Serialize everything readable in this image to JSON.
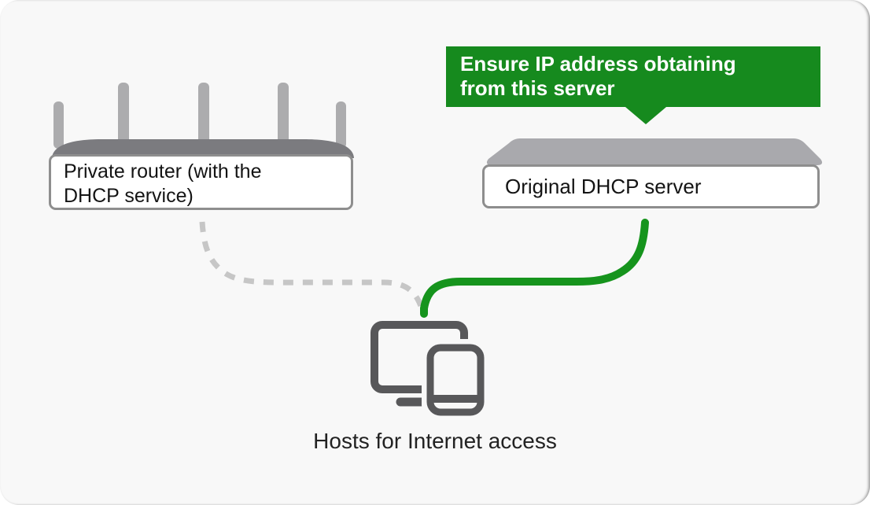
{
  "callout": {
    "line1": "Ensure IP address obtaining",
    "line2": "from this server"
  },
  "labels": {
    "router_line1": "Private router (with the",
    "router_line2": "DHCP service)",
    "server": "Original DHCP server",
    "hosts_caption": "Hosts for Internet access"
  },
  "colors": {
    "callout_green": "#168a1e",
    "line_green": "#16941d",
    "dashed_gray": "#c6c6c6",
    "device_icon_gray": "#58585a",
    "router_body_gray": "#7b7b7f",
    "antenna_gray": "#acacae",
    "server_body_gray": "#a9a9ad",
    "label_border_gray": "#8e8e8e",
    "background": "#f8f8f8"
  }
}
